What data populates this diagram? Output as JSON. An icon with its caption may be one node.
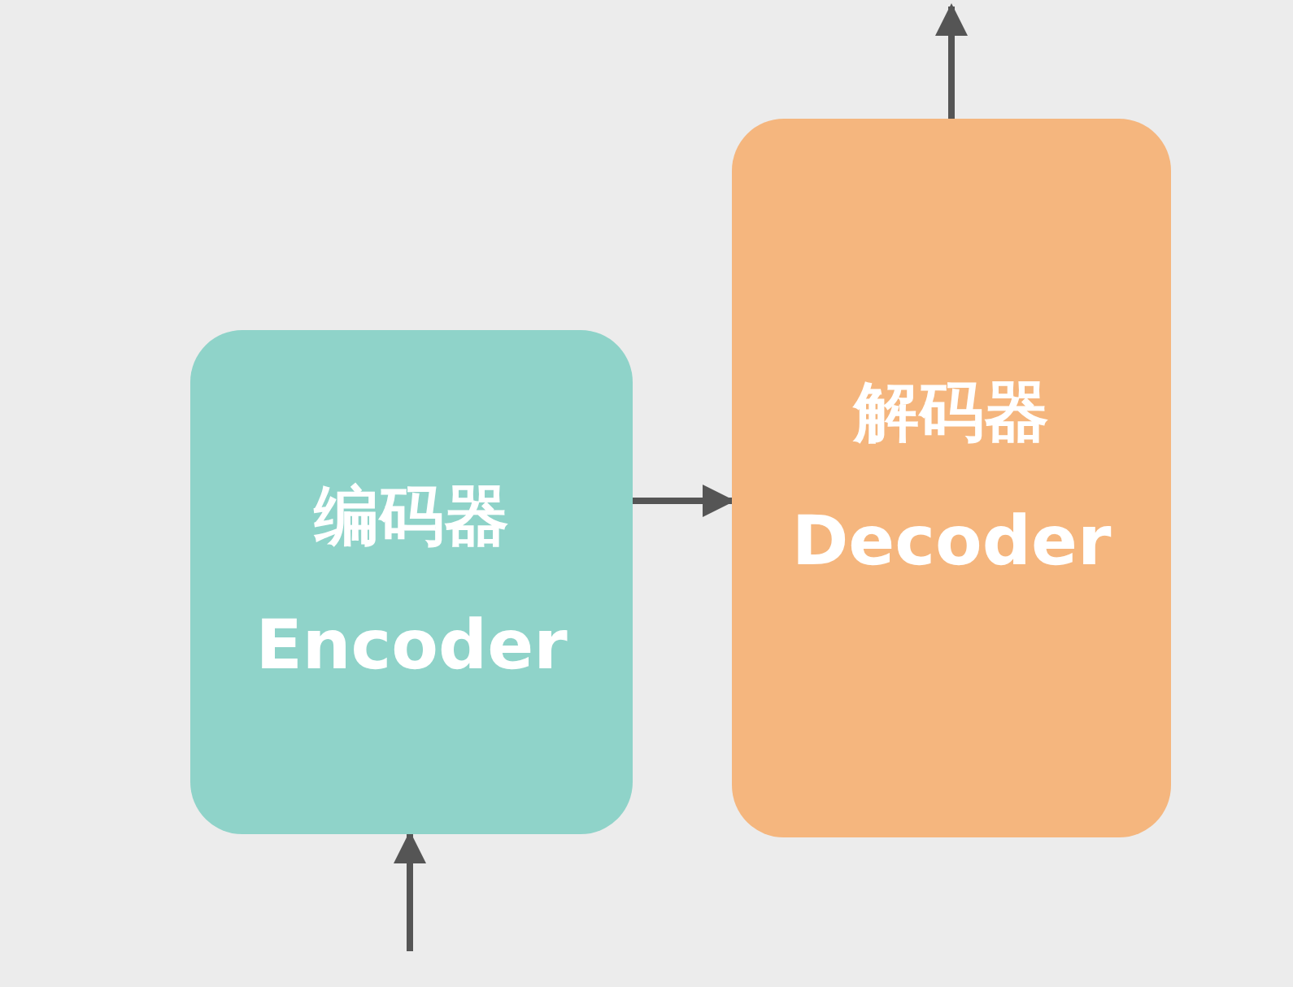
{
  "diagram": {
    "nodes": [
      {
        "text": [
          "编码器",
          "Encoder"
        ]
      },
      {
        "text": [
          "解码器",
          "Decoder"
        ]
      }
    ],
    "edges": [
      {
        "from": null,
        "to": 0,
        "arrow": "to"
      },
      {
        "from": 0,
        "to": 1,
        "arrow": "to"
      },
      {
        "from": 1,
        "to": null,
        "arrow": "to"
      }
    ]
  }
}
